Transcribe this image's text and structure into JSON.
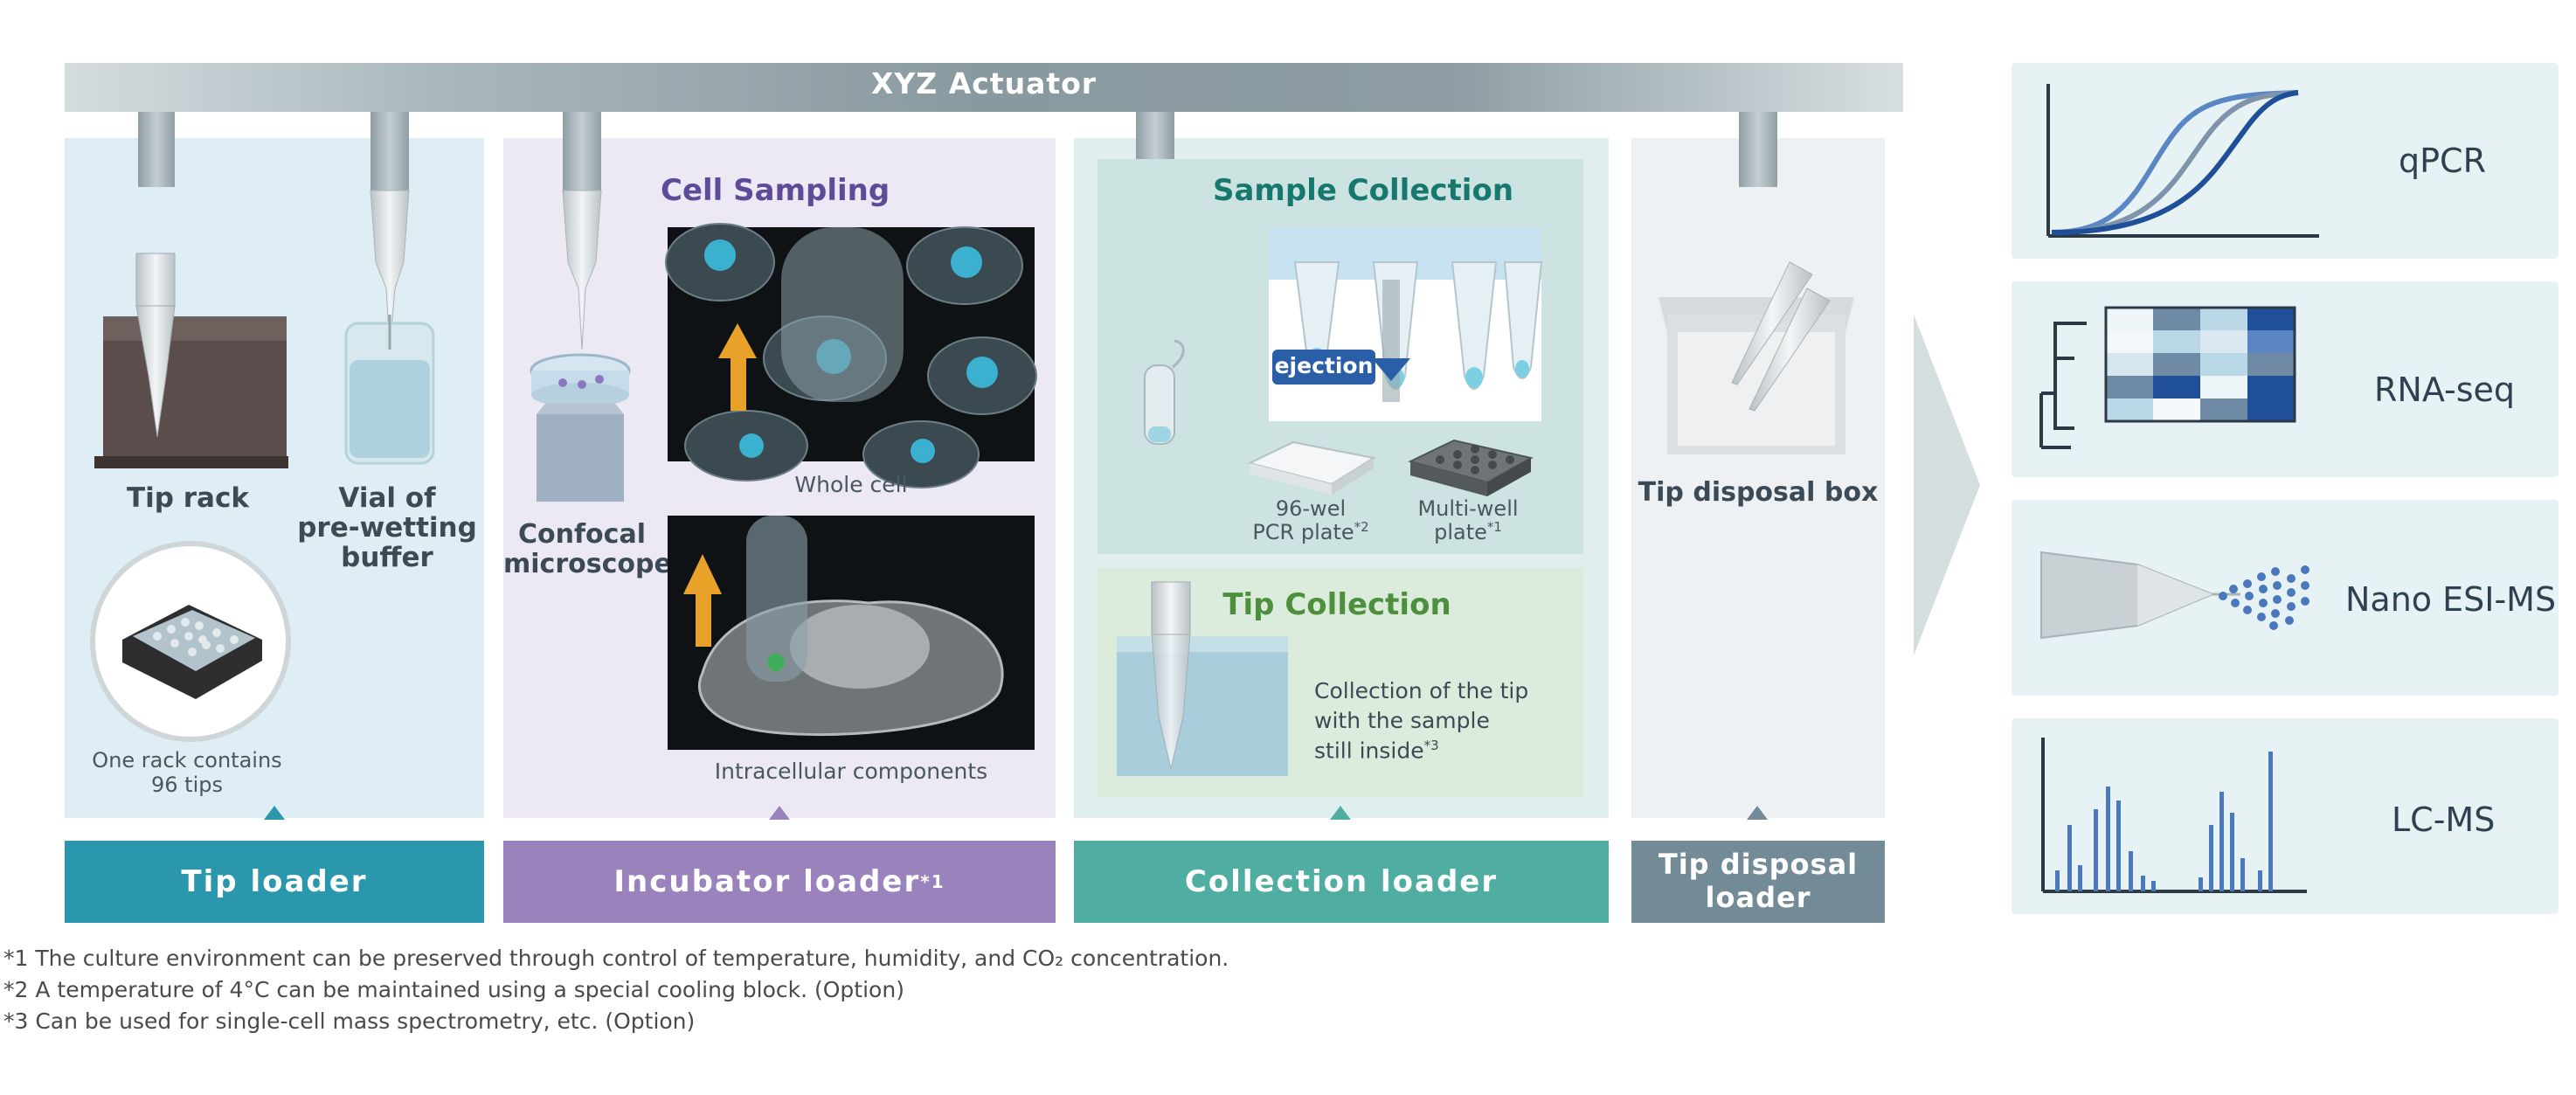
{
  "actuator": {
    "label": "XYZ Actuator"
  },
  "tip_loader": {
    "tip_rack_label": "Tip rack",
    "vial_label_1": "Vial of",
    "vial_label_2": "pre-wetting",
    "vial_label_3": "buffer",
    "rack_note_1": "One rack contains",
    "rack_note_2": "96 tips",
    "loader_label": "Tip loader",
    "color": "#2a97ad"
  },
  "incubator_loader": {
    "title": "Cell Sampling",
    "microscope_label_1": "Confocal",
    "microscope_label_2": "microscope",
    "whole_cell_label": "Whole cell",
    "intracellular_label": "Intracellular components",
    "loader_label": "Incubator loader",
    "loader_sup": "*1",
    "color": "#9a83bd"
  },
  "collection_loader": {
    "sample_title": "Sample Collection",
    "ejection_label": "ejection",
    "pcr_label_1": "96-wel",
    "pcr_label_2": "PCR plate",
    "pcr_sup": "*2",
    "multiwell_label_1": "Multi-well",
    "multiwell_label_2": "plate",
    "multiwell_sup": "*1",
    "tip_title": "Tip Collection",
    "tip_text_1": "Collection of the tip",
    "tip_text_2": "with the sample",
    "tip_text_3": "still inside",
    "tip_sup": "*3",
    "loader_label": "Collection loader",
    "color": "#4fada2"
  },
  "disposal_loader": {
    "box_label": "Tip disposal box",
    "loader_label_1": "Tip disposal",
    "loader_label_2": "loader",
    "color": "#738a97"
  },
  "analyses": [
    "qPCR",
    "RNA-seq",
    "Nano ESI-MS",
    "LC-MS"
  ],
  "footnotes": [
    "*1 The culture environment can be preserved through control of temperature, humidity, and CO₂ concentration.",
    "*2 A temperature of 4°C can be maintained using a special cooling block. (Option)",
    "*3 Can be used for single-cell mass spectrometry, etc. (Option)"
  ]
}
